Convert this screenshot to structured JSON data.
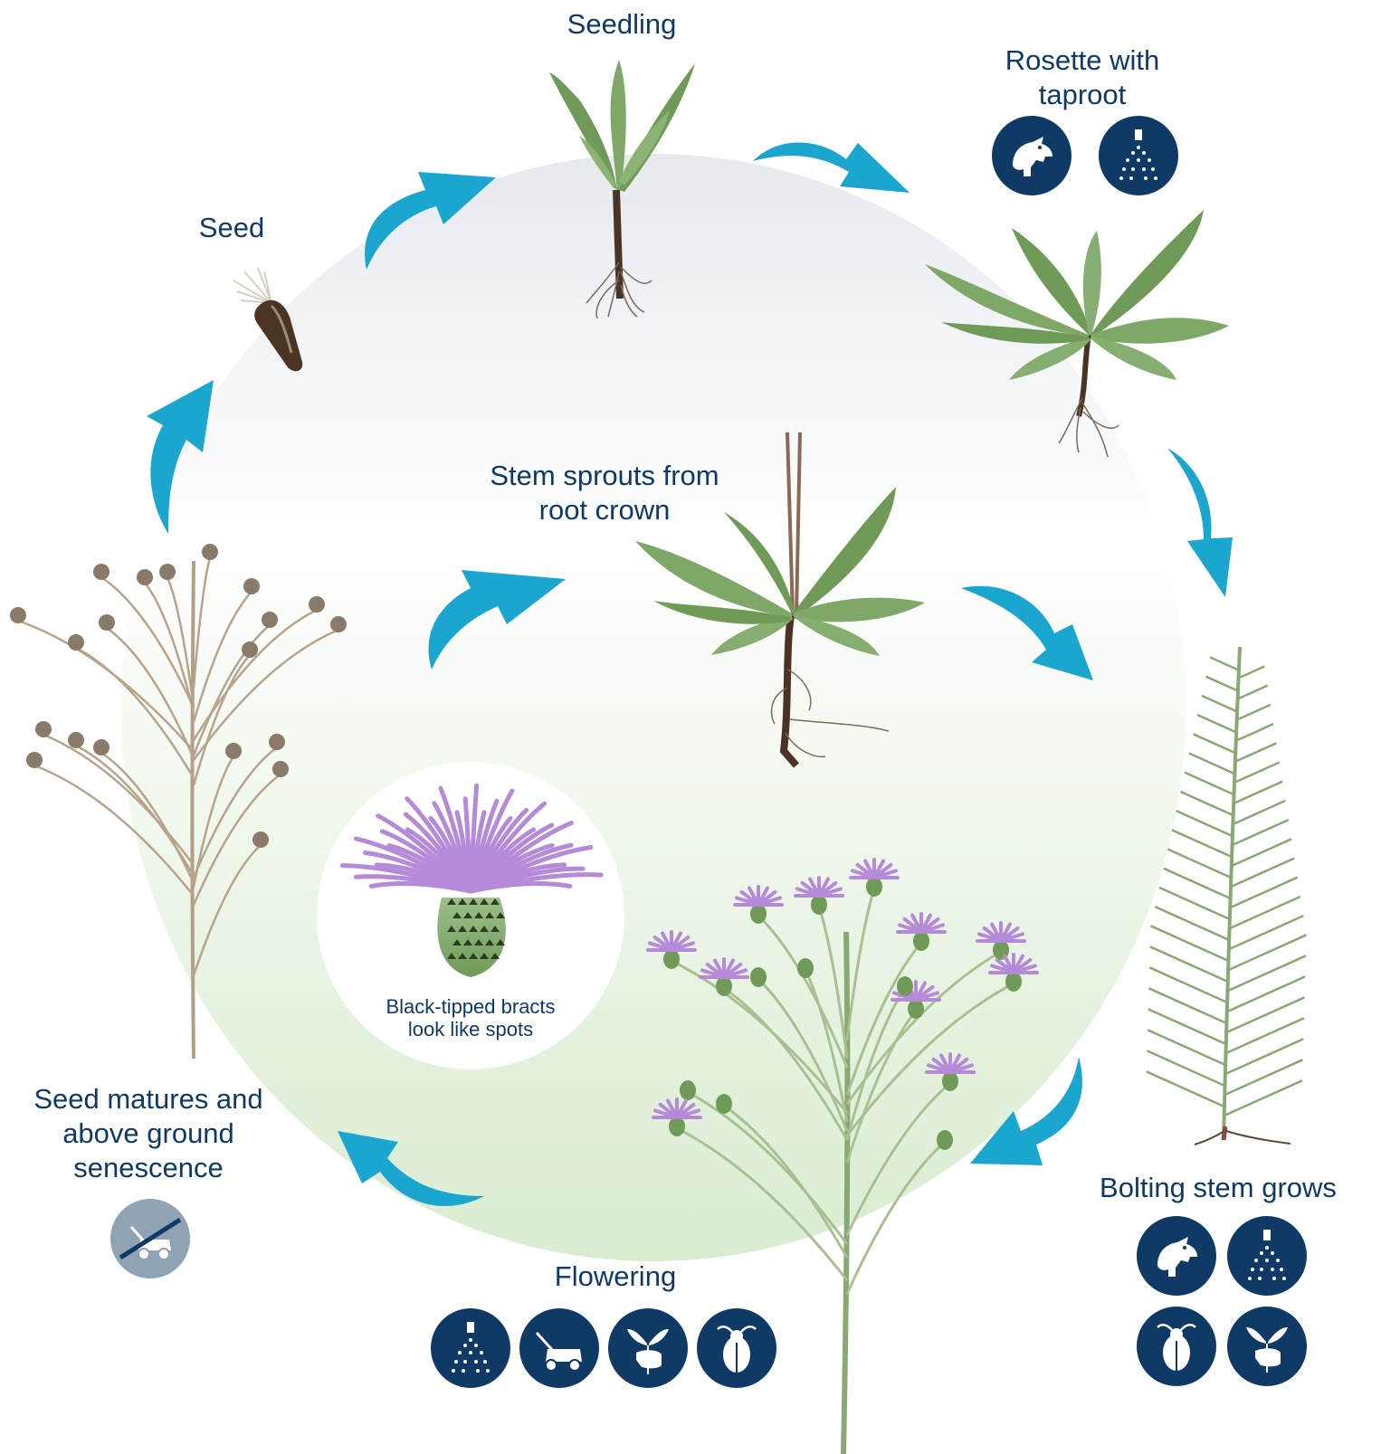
{
  "colors": {
    "text": "#0f3a66",
    "arrow": "#1aa6cf",
    "icon_bg": "#0f3a66",
    "icon_disabled_bg": "#8fa3b5",
    "bg_top": "#e8ecf0",
    "bg_bottom": "#dcedd2",
    "leaf": "#6f9a58",
    "flower": "#b58ad8",
    "seedhead": "#8a7a6a"
  },
  "stages": {
    "seedling": {
      "label": "Seedling"
    },
    "rosette": {
      "label_lines": [
        "Rosette with",
        "taproot"
      ],
      "controls": [
        "goat-icon",
        "spray-icon"
      ]
    },
    "seed": {
      "label": "Seed"
    },
    "stem_sprouts": {
      "label_lines": [
        "Stem sprouts from",
        "root crown"
      ]
    },
    "bolting": {
      "label": "Bolting stem grows",
      "controls": [
        "goat-icon",
        "spray-icon",
        "beetle-icon",
        "hand-pull-icon"
      ]
    },
    "flowering": {
      "label": "Flowering",
      "controls": [
        "spray-icon",
        "mower-icon",
        "hand-pull-icon",
        "beetle-icon"
      ]
    },
    "senescence": {
      "label_lines": [
        "Seed matures and",
        "above ground",
        "senescence"
      ],
      "controls": [
        "no-mowing-icon"
      ]
    }
  },
  "inset": {
    "caption_lines": [
      "Black-tipped bracts",
      "look like spots"
    ]
  }
}
